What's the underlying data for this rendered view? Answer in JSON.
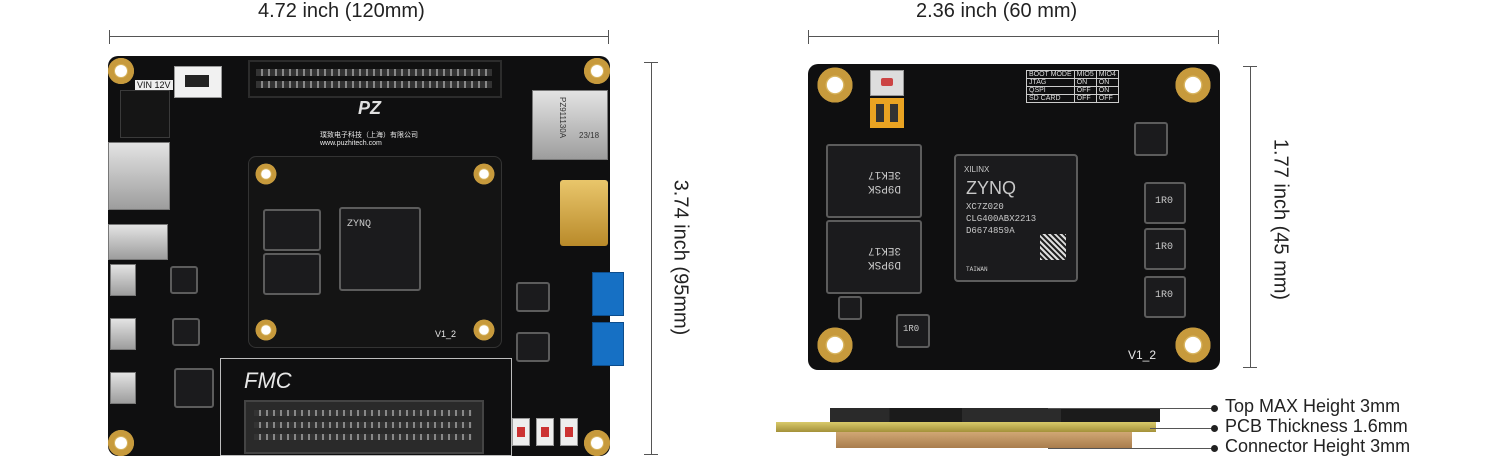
{
  "dimensions": {
    "carrier_width": "4.72 inch (120mm)",
    "carrier_height": "3.74 inch (95mm)",
    "module_width": "2.36 inch (60 mm)",
    "module_height": "1.77 inch (45 mm)"
  },
  "carrier": {
    "fmc_logo": "FMC",
    "vin_label": "VIN 12V",
    "brand_chinese": "璞致电子科技（上海）有限公司",
    "brand_url": "www.puzhitech.com",
    "rj45_label": "PZ911130A",
    "rj45_sub": "23/18",
    "version": "V1_2"
  },
  "module": {
    "fpga_brand": "XILINX",
    "fpga_family": "ZYNQ",
    "fpga_part": "XC7Z020",
    "fpga_package": "CLG400ABX2213",
    "fpga_serial": "D6674859A",
    "fpga_origin": "TAIWAN",
    "ram_labels": [
      "3EK17",
      "D9PSK"
    ],
    "inductor_label": "1R0",
    "version": "V1_2",
    "boot_table": {
      "headers": [
        "BOOT MODE",
        "MIO5",
        "MIO4"
      ],
      "rows": [
        [
          "JTAG",
          "ON",
          "ON"
        ],
        [
          "QSPI",
          "OFF",
          "ON"
        ],
        [
          "SD CARD",
          "OFF",
          "OFF"
        ]
      ]
    }
  },
  "side_view": {
    "labels": [
      "Top MAX Height 3mm",
      "PCB Thickness 1.6mm",
      "Connector Height 3mm"
    ]
  }
}
